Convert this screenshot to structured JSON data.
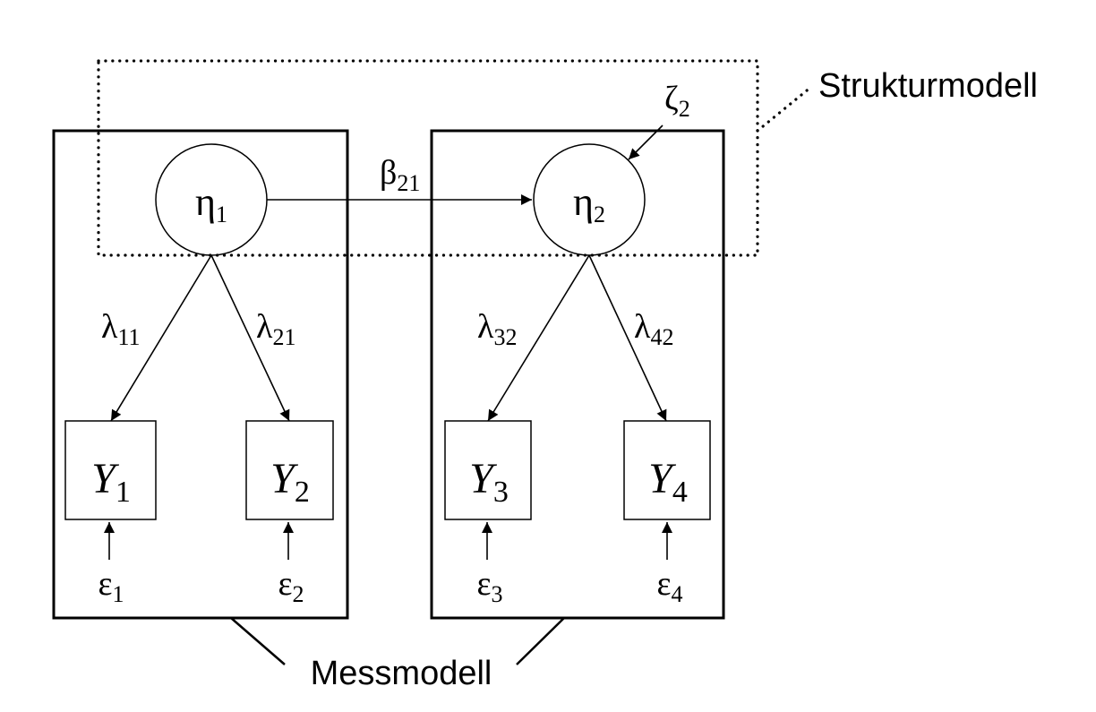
{
  "labels": {
    "strukturmodell": "Strukturmodell",
    "messmodell": "Messmodell"
  },
  "latent": [
    {
      "symbol": "η",
      "index": "1"
    },
    {
      "symbol": "η",
      "index": "2"
    }
  ],
  "disturbance": {
    "symbol": "ζ",
    "index": "2"
  },
  "path": {
    "symbol": "β",
    "index": "21"
  },
  "loadings": [
    {
      "symbol": "λ",
      "index": "11"
    },
    {
      "symbol": "λ",
      "index": "21"
    },
    {
      "symbol": "λ",
      "index": "32"
    },
    {
      "symbol": "λ",
      "index": "42"
    }
  ],
  "indicators": [
    {
      "symbol": "Y",
      "index": "1"
    },
    {
      "symbol": "Y",
      "index": "2"
    },
    {
      "symbol": "Y",
      "index": "3"
    },
    {
      "symbol": "Y",
      "index": "4"
    }
  ],
  "errors": [
    {
      "symbol": "ε",
      "index": "1"
    },
    {
      "symbol": "ε",
      "index": "2"
    },
    {
      "symbol": "ε",
      "index": "3"
    },
    {
      "symbol": "ε",
      "index": "4"
    }
  ]
}
